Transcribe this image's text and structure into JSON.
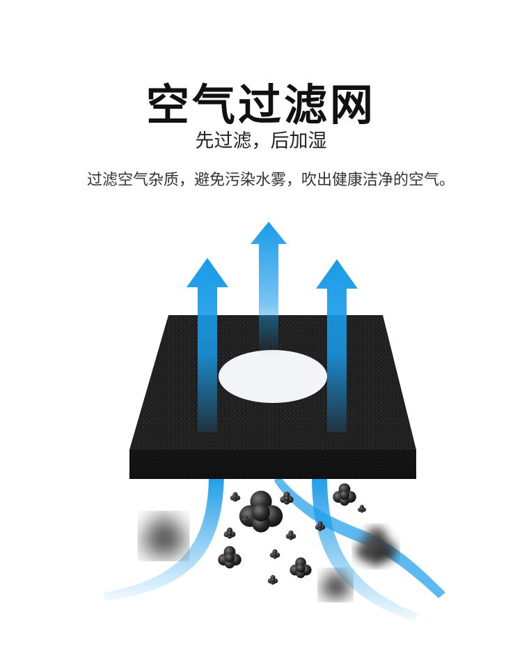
{
  "header": {
    "title": "空气过滤网",
    "subtitle": "先过滤，后加湿",
    "description": "过滤空气杂质，避免污染水雾，吹出健康洁净的空气。"
  },
  "illustration": {
    "filter_color": "#1e1e1e",
    "center_disc_color": "#f2f4f7",
    "airflow_color": "#1a9be8",
    "arrow_count": 3,
    "icons": [
      "filter-pad",
      "airflow-arrow-icon",
      "dust-particle-icon"
    ]
  }
}
